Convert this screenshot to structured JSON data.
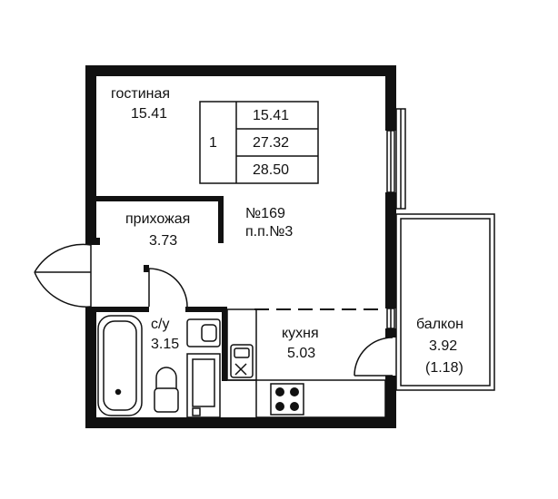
{
  "apartment": {
    "number": "№169",
    "building_number": "п.п.№3"
  },
  "summary_table": {
    "rooms": "1",
    "living_area": "15.41",
    "total_area": "27.32",
    "total_area_with_balcony": "28.50"
  },
  "rooms": {
    "living_room": {
      "name": "гостиная",
      "area": "15.41"
    },
    "hallway": {
      "name": "прихожая",
      "area": "3.73"
    },
    "bathroom": {
      "name": "с/у",
      "area": "3.15"
    },
    "kitchen": {
      "name": "кухня",
      "area": "5.03"
    },
    "balcony": {
      "name": "балкон",
      "area": "3.92",
      "reduced_area": "(1.18)"
    }
  },
  "colors": {
    "wall": "#111111",
    "background": "#ffffff",
    "fixture_gray": "#555555"
  }
}
